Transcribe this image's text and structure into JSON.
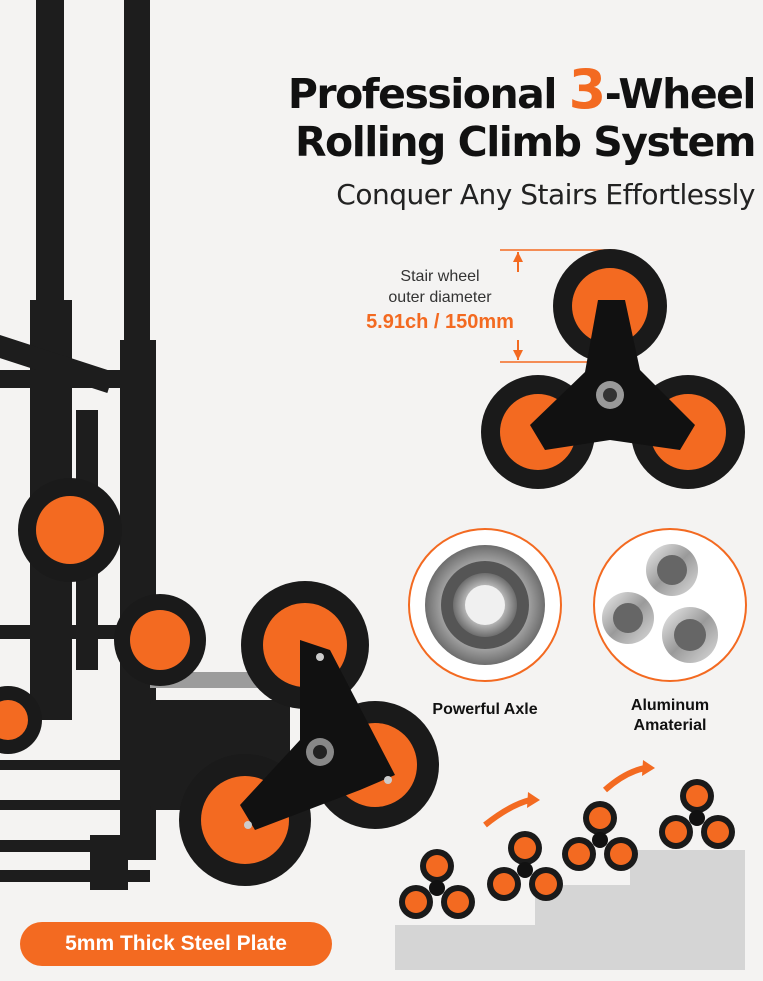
{
  "heading": {
    "line1_pre": "Professional ",
    "line1_number": "3",
    "line1_post": "-Wheel",
    "line2": "Rolling Climb System",
    "subtitle": "Conquer Any Stairs Effortlessly"
  },
  "dimension": {
    "label_line1": "Stair wheel",
    "label_line2": "outer diameter",
    "value": "5.91ch / 150mm"
  },
  "features": {
    "axle": "Powerful Axle",
    "aluminum_line1": "Aluminum",
    "aluminum_line2": "Amaterial"
  },
  "badge": {
    "plate": "5mm Thick Steel Plate"
  },
  "colors": {
    "accent": "#f36a21",
    "frame": "#1a1a1a",
    "background": "#f4f3f2"
  }
}
